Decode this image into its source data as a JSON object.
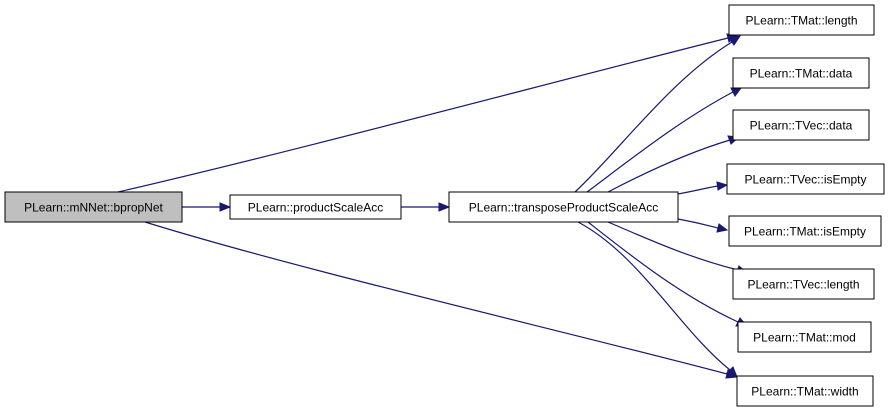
{
  "colors": {
    "edge": "#191970",
    "node_fill": "#ffffff",
    "root_fill": "#bfbfbf",
    "node_border": "#000000"
  },
  "nodes": {
    "bpropnet": {
      "label": "PLearn::mNNet::bpropNet"
    },
    "productscaleacc": {
      "label": "PLearn::productScaleAcc"
    },
    "transposeproductscaleacc": {
      "label": "PLearn::transposeProductScaleAcc"
    },
    "tmat_length": {
      "label": "PLearn::TMat::length"
    },
    "tmat_data": {
      "label": "PLearn::TMat::data"
    },
    "tvec_data": {
      "label": "PLearn::TVec::data"
    },
    "tvec_isempty": {
      "label": "PLearn::TVec::isEmpty"
    },
    "tmat_isempty": {
      "label": "PLearn::TMat::isEmpty"
    },
    "tvec_length": {
      "label": "PLearn::TVec::length"
    },
    "tmat_mod": {
      "label": "PLearn::TMat::mod"
    },
    "tmat_width": {
      "label": "PLearn::TMat::width"
    }
  },
  "edges": [
    {
      "from": "bpropnet",
      "to": "productscaleacc"
    },
    {
      "from": "bpropnet",
      "to": "tmat_length"
    },
    {
      "from": "bpropnet",
      "to": "tmat_width"
    },
    {
      "from": "productscaleacc",
      "to": "transposeproductscaleacc"
    },
    {
      "from": "transposeproductscaleacc",
      "to": "tmat_length"
    },
    {
      "from": "transposeproductscaleacc",
      "to": "tmat_data"
    },
    {
      "from": "transposeproductscaleacc",
      "to": "tvec_data"
    },
    {
      "from": "transposeproductscaleacc",
      "to": "tvec_isempty"
    },
    {
      "from": "transposeproductscaleacc",
      "to": "tmat_isempty"
    },
    {
      "from": "transposeproductscaleacc",
      "to": "tvec_length"
    },
    {
      "from": "transposeproductscaleacc",
      "to": "tmat_mod"
    },
    {
      "from": "transposeproductscaleacc",
      "to": "tmat_width"
    }
  ]
}
